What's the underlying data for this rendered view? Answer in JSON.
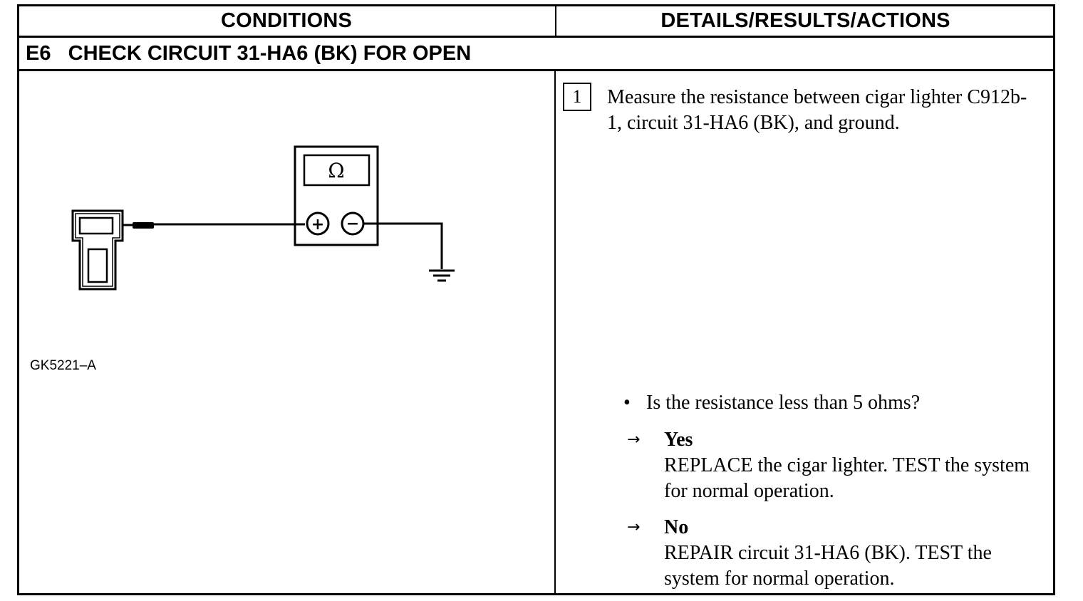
{
  "header": {
    "conditions": "CONDITIONS",
    "details": "DETAILS/RESULTS/ACTIONS"
  },
  "section": {
    "title": "E6   CHECK CIRCUIT 31-HA6 (BK) FOR OPEN"
  },
  "figure": {
    "id": "GK5221–A",
    "meter_symbol": "Ω",
    "plus_symbol": "+",
    "minus_symbol": "−"
  },
  "step": {
    "number": "1",
    "text": "Measure the resistance between cigar lighter C912b-1, circuit 31-HA6 (BK), and ground."
  },
  "question": {
    "bullet": "•",
    "text": "Is the resistance less than 5 ohms?"
  },
  "answers": {
    "arrow": "→",
    "yes": {
      "label": "Yes",
      "text": "REPLACE the cigar lighter. TEST the system for normal operation."
    },
    "no": {
      "label": "No",
      "text": "REPAIR circuit 31-HA6 (BK). TEST the system for normal operation."
    }
  }
}
